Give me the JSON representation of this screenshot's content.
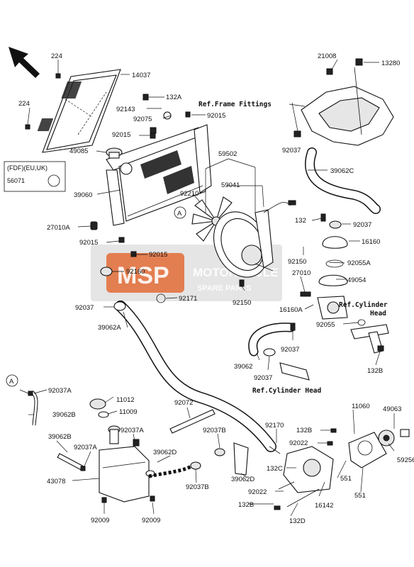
{
  "diagram": {
    "watermark": {
      "logo": "MSP",
      "line1": "MOTORCYCLE",
      "line2": "SPARE PARTS"
    },
    "region_box": {
      "line1": "(FDF)(EU,UK)",
      "line2": "56071"
    },
    "ref_labels": {
      "frame_fittings": "Ref.Frame Fittings",
      "cylinder_head_right": "Ref.Cylinder Head",
      "cylinder_head_bottom": "Ref.Cylinder Head"
    },
    "connector_mark": "A",
    "part_labels": [
      "224",
      "14037",
      "224",
      "132A",
      "92143",
      "92075",
      "92015",
      "92015",
      "21008",
      "13280",
      "92037",
      "49085",
      "39060",
      "59502",
      "59041",
      "39062C",
      "92210",
      "27010A",
      "132",
      "92037",
      "16160",
      "92015",
      "92150",
      "92055A",
      "92015",
      "27010",
      "92160",
      "49054",
      "92171",
      "92150",
      "16160A",
      "92037",
      "39062A",
      "92055",
      "92037",
      "39062",
      "92037",
      "132B",
      "92037A",
      "11012",
      "92072",
      "39062B",
      "11009",
      "49063",
      "92037A",
      "92037B",
      "92170",
      "132B",
      "11060",
      "39062B",
      "92022",
      "92037A",
      "39062D",
      "59256",
      "132C",
      "551",
      "43078",
      "551",
      "92037B",
      "39062D",
      "92022",
      "16142",
      "132B",
      "132D",
      "92009",
      "92009"
    ]
  }
}
